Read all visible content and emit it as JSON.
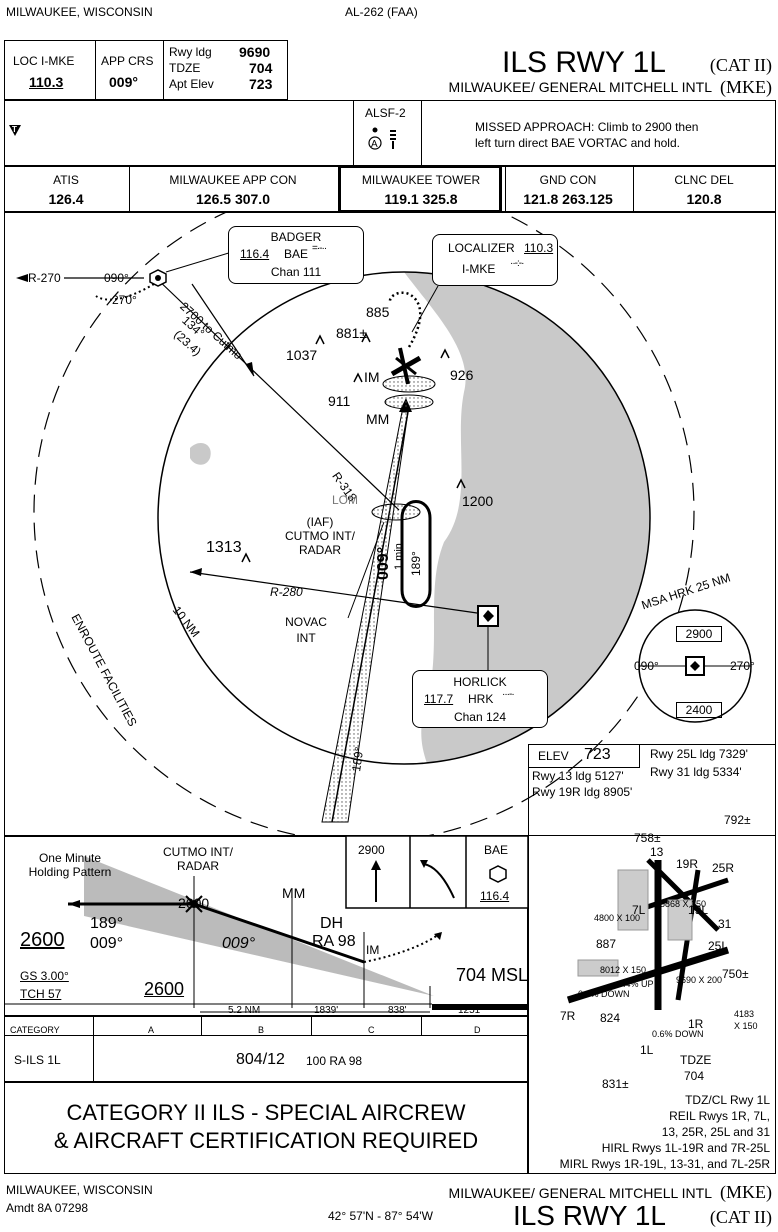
{
  "header": {
    "location": "MILWAUKEE, WISCONSIN",
    "chart_id": "AL-262 (FAA)",
    "title_main": "ILS RWY 1L",
    "title_cat": "(CAT II)",
    "airport": "MILWAUKEE/ GENERAL MITCHELL INTL",
    "airport_id": "(MKE)"
  },
  "briefing": {
    "loc_label": "LOC  I-MKE",
    "loc_freq": "110.3",
    "app_crs_label": "APP CRS",
    "app_crs": "009°",
    "rwy_ldg_label": "Rwy ldg",
    "rwy_ldg": "9690",
    "tdze_label": "TDZE",
    "tdze": "704",
    "apt_elev_label": "Apt Elev",
    "apt_elev": "723",
    "alsf_label": "ALSF-2",
    "missed_approach": [
      "MISSED APPROACH: Climb to 2900 then",
      "left turn direct BAE VORTAC and hold."
    ]
  },
  "comms": [
    {
      "name": "ATIS",
      "freq": "126.4"
    },
    {
      "name": "MILWAUKEE APP CON",
      "freq": "126.5  307.0"
    },
    {
      "name": "MILWAUKEE TOWER",
      "freq": "119.1  325.8"
    },
    {
      "name": "GND CON",
      "freq": "121.8 263.125"
    },
    {
      "name": "CLNC DEL",
      "freq": "120.8"
    }
  ],
  "planview": {
    "badger": {
      "name": "BADGER",
      "freq": "116.4",
      "id": "BAE",
      "chan": "Chan 111"
    },
    "localizer": {
      "name": "LOCALIZER",
      "freq": "110.3",
      "id": "I-MKE"
    },
    "horlick": {
      "name": "HORLICK",
      "freq": "117.7",
      "id": "HRK",
      "chan": "Chan 124"
    },
    "r270": "R-270",
    "hdg090": "090°",
    "hdg270": "270°",
    "transition": [
      "2700 to Cutmo",
      "134°",
      "(23.4)"
    ],
    "elevations": [
      "885",
      "881±",
      "1037",
      "926",
      "911",
      "1200",
      "1313"
    ],
    "im": "IM",
    "mm": "MM",
    "r318": "R-318",
    "lom": "LOM",
    "iaf": [
      "(IAF)",
      "CUTMO INT/",
      "RADAR"
    ],
    "hold_inbound": "009°",
    "hold_outbound": "189°",
    "hold_time": "1 min",
    "r280": "R-280",
    "novac": [
      "NOVAC",
      "INT"
    ],
    "ring": "10 NM",
    "enroute": "ENROUTE FACILITIES",
    "final_189": "189°",
    "msa": {
      "label": "MSA HRK 25 NM",
      "north": "2900",
      "south": "2400",
      "w": "090°",
      "e": "270°"
    }
  },
  "profile": {
    "holding": [
      "One Minute",
      "Holding Pattern"
    ],
    "cutmo": [
      "CUTMO INT/",
      "RADAR"
    ],
    "alt2600_top": "2600",
    "mm": "MM",
    "dh": "DH",
    "ra": "RA 98",
    "im": "IM",
    "crs189": "189°",
    "crs009": "009°",
    "crs009b": "009°",
    "alt2600_left": "2600",
    "gs": "GS 3.00°",
    "tch": "TCH 57",
    "alt2600_bottom": "2600",
    "msl": "704 MSL",
    "dist": [
      "5.2 NM",
      "1839'",
      "838'",
      "1251'"
    ],
    "ma_alt": "2900",
    "ma_fix": "BAE",
    "ma_freq": "116.4"
  },
  "minimums": {
    "cat_label": "CATEGORY",
    "cats": [
      "A",
      "B",
      "C",
      "D"
    ],
    "row_label": "S-ILS 1L",
    "value": "804/12",
    "extra": "100  RA 98"
  },
  "notice": [
    "CATEGORY  II  ILS - SPECIAL AIRCREW",
    "& AIRCRAFT CERTIFICATION REQUIRED"
  ],
  "airport_diagram": {
    "elev_label": "ELEV",
    "elev": "723",
    "rwys_right": [
      "Rwy 25L ldg 7329'",
      "Rwy 31 ldg 5334'"
    ],
    "rwys_left": [
      "Rwy 13 ldg 5127'",
      "Rwy 19R ldg 8905'"
    ],
    "obstacles": [
      "792±",
      "758±",
      "887",
      "750±",
      "824",
      "831±"
    ],
    "runways": [
      "19R",
      "25R",
      "13",
      "19L",
      "25L",
      "31",
      "7L",
      "7R",
      "1R",
      "1L"
    ],
    "dims": [
      "4800 X 100",
      "5868 X 150",
      "8012 X 150",
      "9690 X 200",
      "4183",
      "X 150"
    ],
    "slopes": [
      "0.4% UP",
      "0.9% DOWN",
      "0.6% DOWN"
    ],
    "tdze": [
      "TDZE",
      "704"
    ],
    "notes": [
      "TDZ/CL Rwy 1L",
      "REIL Rwys 1R, 7L,",
      "13, 25R, 25L and 31",
      "HIRL Rwys 1L-19R and 7R-25L",
      "MIRL Rwys 1R-19L, 13-31, and 7L-25R"
    ]
  },
  "footer": {
    "location": "MILWAUKEE, WISCONSIN",
    "amdt": "Amdt 8A  07298",
    "coords": "42° 57'N - 87° 54'W",
    "airport": "MILWAUKEE/ GENERAL MITCHELL INTL",
    "airport_id": "(MKE)",
    "title_main": "ILS RWY 1L",
    "title_cat": "(CAT II)"
  }
}
